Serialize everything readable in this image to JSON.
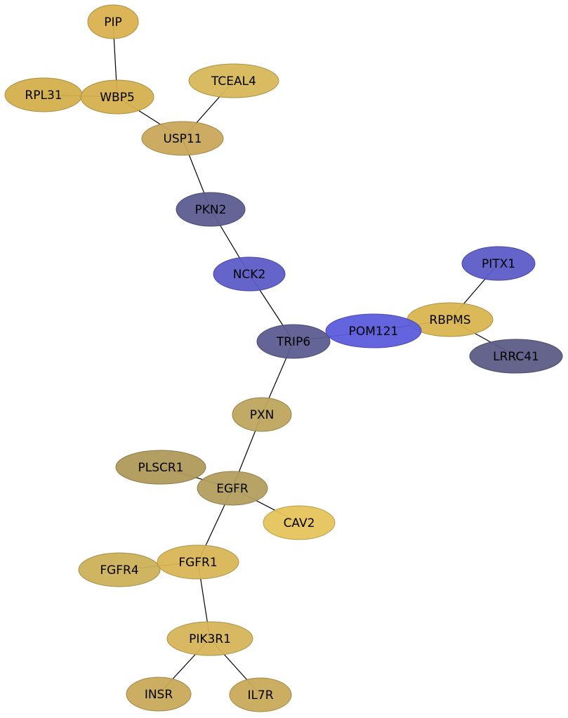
{
  "graph": {
    "nodes": [
      {
        "id": "PIP",
        "label": "PIP",
        "color": "#d9b14f"
      },
      {
        "id": "RPL31",
        "label": "RPL31",
        "color": "#d4b04c"
      },
      {
        "id": "WBP5",
        "label": "WBP5",
        "color": "#d6b050"
      },
      {
        "id": "TCEAL4",
        "label": "TCEAL4",
        "color": "#d7b858"
      },
      {
        "id": "USP11",
        "label": "USP11",
        "color": "#c8a85a"
      },
      {
        "id": "PKN2",
        "label": "PKN2",
        "color": "#5d5c91"
      },
      {
        "id": "NCK2",
        "label": "NCK2",
        "color": "#5c5cc8"
      },
      {
        "id": "PITX1",
        "label": "PITX1",
        "color": "#5c5cc8"
      },
      {
        "id": "RBPMS",
        "label": "RBPMS",
        "color": "#d9b550"
      },
      {
        "id": "POM121",
        "label": "POM121",
        "color": "#5c5cdc"
      },
      {
        "id": "TRIP6",
        "label": "TRIP6",
        "color": "#5d5c91"
      },
      {
        "id": "LRRC41",
        "label": "LRRC41",
        "color": "#5d5c87"
      },
      {
        "id": "PXN",
        "label": "PXN",
        "color": "#bea55e"
      },
      {
        "id": "PLSCR1",
        "label": "PLSCR1",
        "color": "#b09a5a"
      },
      {
        "id": "EGFR",
        "label": "EGFR",
        "color": "#b49e5e"
      },
      {
        "id": "CAV2",
        "label": "CAV2",
        "color": "#e6c35c"
      },
      {
        "id": "FGFR4",
        "label": "FGFR4",
        "color": "#ccb05a"
      },
      {
        "id": "FGFR1",
        "label": "FGFR1",
        "color": "#d9b555"
      },
      {
        "id": "PIK3R1",
        "label": "PIK3R1",
        "color": "#d6b55a"
      },
      {
        "id": "INSR",
        "label": "INSR",
        "color": "#c8aa5a"
      },
      {
        "id": "IL7R",
        "label": "IL7R",
        "color": "#c8aa5a"
      }
    ],
    "edges": [
      [
        "PIP",
        "WBP5"
      ],
      [
        "RPL31",
        "WBP5"
      ],
      [
        "WBP5",
        "USP11"
      ],
      [
        "TCEAL4",
        "USP11"
      ],
      [
        "USP11",
        "PKN2"
      ],
      [
        "PKN2",
        "NCK2"
      ],
      [
        "NCK2",
        "TRIP6"
      ],
      [
        "TRIP6",
        "POM121"
      ],
      [
        "POM121",
        "RBPMS"
      ],
      [
        "PITX1",
        "RBPMS"
      ],
      [
        "RBPMS",
        "LRRC41"
      ],
      [
        "TRIP6",
        "PXN"
      ],
      [
        "PXN",
        "EGFR"
      ],
      [
        "PLSCR1",
        "EGFR"
      ],
      [
        "EGFR",
        "CAV2"
      ],
      [
        "EGFR",
        "FGFR1"
      ],
      [
        "FGFR4",
        "FGFR1"
      ],
      [
        "FGFR1",
        "PIK3R1"
      ],
      [
        "PIK3R1",
        "INSR"
      ],
      [
        "PIK3R1",
        "IL7R"
      ]
    ]
  }
}
